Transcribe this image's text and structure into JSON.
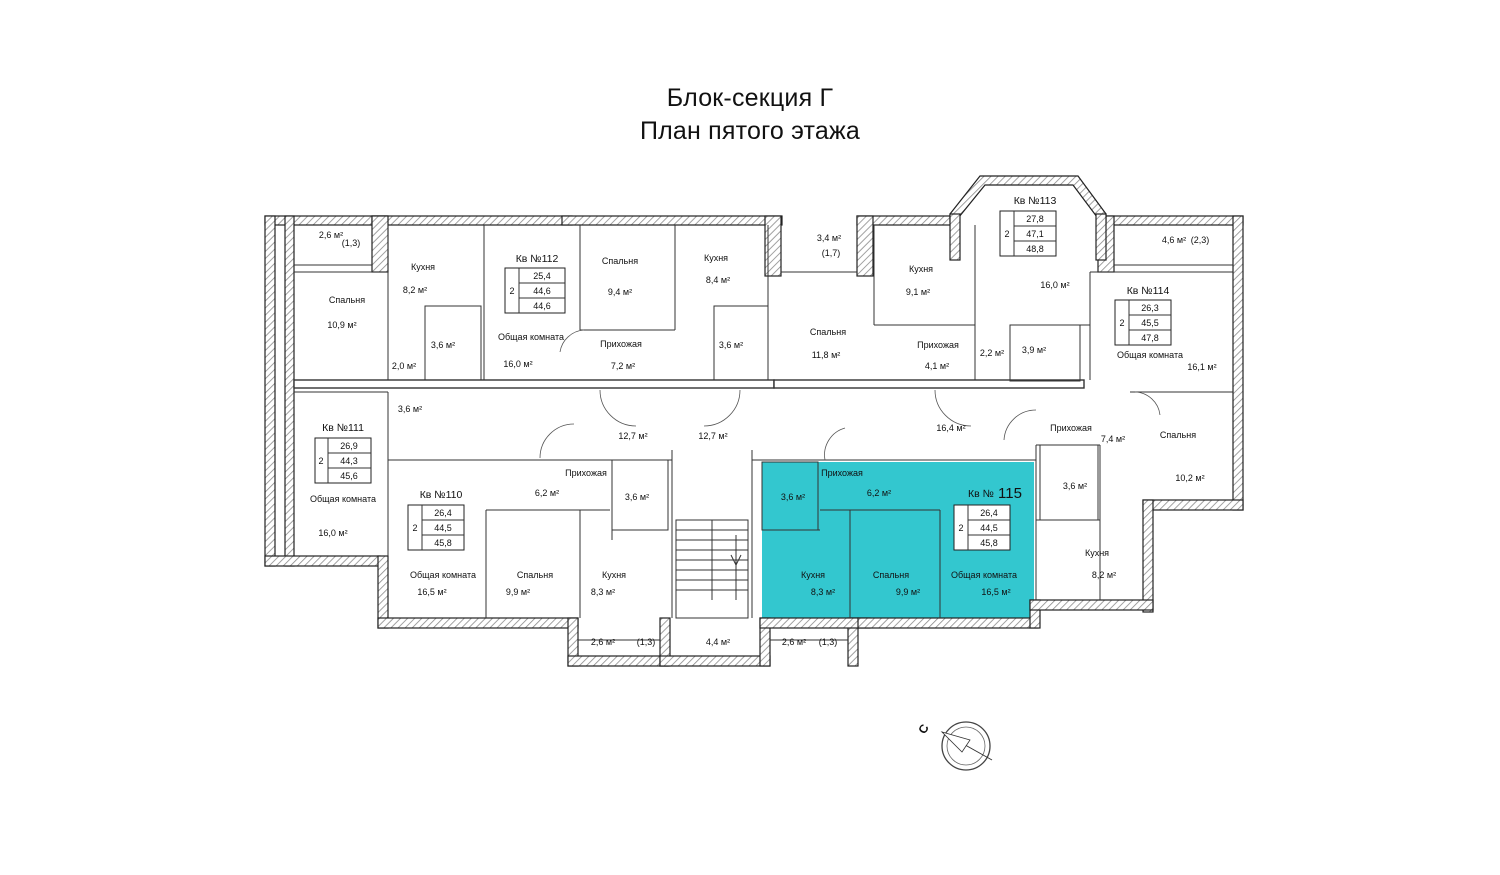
{
  "header": {
    "title_line1": "Блок-секция Г",
    "title_line2": "План пятого этажа"
  },
  "colors": {
    "highlight": "#33c7cf",
    "wall_hatch": "#9a9a9a",
    "line": "#222222"
  },
  "compass": {
    "north_label": "С"
  },
  "apartments": [
    {
      "id": "a111",
      "label": "Кв №111",
      "rooms": "2",
      "living": "26,9",
      "total": "44,3",
      "total_with_balcony": "45,6"
    },
    {
      "id": "a112",
      "label": "Кв №112",
      "rooms": "2",
      "living": "25,4",
      "total": "44,6",
      "total_with_balcony": "44,6"
    },
    {
      "id": "a113",
      "label": "Кв №113",
      "rooms": "2",
      "living": "27,8",
      "total": "47,1",
      "total_with_balcony": "48,8"
    },
    {
      "id": "a114",
      "label": "Кв №114",
      "rooms": "2",
      "living": "26,3",
      "total": "45,5",
      "total_with_balcony": "47,8"
    },
    {
      "id": "a110",
      "label": "Кв №110",
      "rooms": "2",
      "living": "26,4",
      "total": "44,5",
      "total_with_balcony": "45,8"
    },
    {
      "id": "a115",
      "label": "Кв №",
      "number": "115",
      "rooms": "2",
      "living": "26,4",
      "total": "44,5",
      "total_with_balcony": "45,8",
      "highlighted": true
    }
  ],
  "labels": [
    {
      "name": "bal-nw-area",
      "text": "2,6 м²"
    },
    {
      "name": "bal-nw-coef",
      "text": "(1,3)"
    },
    {
      "name": "r111-bedroom",
      "text": "Спальня"
    },
    {
      "name": "r111-bedroom-area",
      "text": "10,9 м²"
    },
    {
      "name": "r111-kitchen",
      "text": "Кухня"
    },
    {
      "name": "r111-kitchen-area",
      "text": "8,2 м²"
    },
    {
      "name": "r111-bath-area",
      "text": "3,6 м²"
    },
    {
      "name": "r111-hall-area",
      "text": "2,0 м²"
    },
    {
      "name": "r111-corr-area",
      "text": "3,6 м²"
    },
    {
      "name": "r111-living",
      "text": "Общая комната"
    },
    {
      "name": "r111-living-area",
      "text": "16,0 м²"
    },
    {
      "name": "r112-living",
      "text": "Общая комната"
    },
    {
      "name": "r112-living-area",
      "text": "16,0 м²"
    },
    {
      "name": "r112-bedroom",
      "text": "Спальня"
    },
    {
      "name": "r112-bedroom-area",
      "text": "9,4 м²"
    },
    {
      "name": "r112-hall",
      "text": "Прихожая"
    },
    {
      "name": "r112-hall-area",
      "text": "7,2 м²"
    },
    {
      "name": "r112-kitchen",
      "text": "Кухня"
    },
    {
      "name": "r112-kitchen-area",
      "text": "8,4 м²"
    },
    {
      "name": "r112-bath-area",
      "text": "3,6 м²"
    },
    {
      "name": "bal-n-area",
      "text": "3,4 м²"
    },
    {
      "name": "bal-n-coef",
      "text": "(1,7)"
    },
    {
      "name": "r113-bedroom",
      "text": "Спальня"
    },
    {
      "name": "r113-bedroom-area",
      "text": "11,8 м²"
    },
    {
      "name": "r113-kitchen",
      "text": "Кухня"
    },
    {
      "name": "r113-kitchen-area",
      "text": "9,1 м²"
    },
    {
      "name": "r113-hall",
      "text": "Прихожая"
    },
    {
      "name": "r113-hall-area",
      "text": "4,1 м²"
    },
    {
      "name": "r113-wc-area",
      "text": "2,2 м²"
    },
    {
      "name": "r113-bath-area",
      "text": "3,9 м²"
    },
    {
      "name": "r113-living-area",
      "text": "16,0 м²"
    },
    {
      "name": "bal-ne-area",
      "text": "4,6 м²"
    },
    {
      "name": "bal-ne-coef",
      "text": "(2,3)"
    },
    {
      "name": "r114-living",
      "text": "Общая комната"
    },
    {
      "name": "r114-living-area",
      "text": "16,1 м²"
    },
    {
      "name": "r114-hall",
      "text": "Прихожая"
    },
    {
      "name": "r114-hall-area",
      "text": "7,4 м²"
    },
    {
      "name": "r114-bedroom",
      "text": "Спальня"
    },
    {
      "name": "r114-bedroom-area",
      "text": "10,2 м²"
    },
    {
      "name": "r114-bath-area",
      "text": "3,6 м²"
    },
    {
      "name": "r114-kitchen",
      "text": "Кухня"
    },
    {
      "name": "r114-kitchen-area",
      "text": "8,2 м²"
    },
    {
      "name": "corr-left-area",
      "text": "12,7 м²"
    },
    {
      "name": "corr-right-area",
      "text": "12,7 м²"
    },
    {
      "name": "corr-east-area",
      "text": "16,4 м²"
    },
    {
      "name": "r110-hall",
      "text": "Прихожая"
    },
    {
      "name": "r110-hall-area",
      "text": "6,2 м²"
    },
    {
      "name": "r110-bath-area",
      "text": "3,6 м²"
    },
    {
      "name": "r110-living",
      "text": "Общая комната"
    },
    {
      "name": "r110-living-area",
      "text": "16,5 м²"
    },
    {
      "name": "r110-bedroom",
      "text": "Спальня"
    },
    {
      "name": "r110-bedroom-area",
      "text": "9,9 м²"
    },
    {
      "name": "r110-kitchen",
      "text": "Кухня"
    },
    {
      "name": "r110-kitchen-area",
      "text": "8,3 м²"
    },
    {
      "name": "bal-s-left-area",
      "text": "2,6 м²"
    },
    {
      "name": "bal-s-left-coef",
      "text": "(1,3)"
    },
    {
      "name": "stair-area",
      "text": "4,4 м²"
    },
    {
      "name": "r115-bath-area",
      "text": "3,6 м²"
    },
    {
      "name": "r115-hall",
      "text": "Прихожая"
    },
    {
      "name": "r115-hall-area",
      "text": "6,2 м²"
    },
    {
      "name": "r115-kitchen",
      "text": "Кухня"
    },
    {
      "name": "r115-kitchen-area",
      "text": "8,3 м²"
    },
    {
      "name": "r115-bedroom",
      "text": "Спальня"
    },
    {
      "name": "r115-bedroom-area",
      "text": "9,9 м²"
    },
    {
      "name": "r115-living",
      "text": "Общая комната"
    },
    {
      "name": "r115-living-area",
      "text": "16,5 м²"
    },
    {
      "name": "bal-s-right-area",
      "text": "2,6 м²"
    },
    {
      "name": "bal-s-right-coef",
      "text": "(1,3)"
    }
  ]
}
